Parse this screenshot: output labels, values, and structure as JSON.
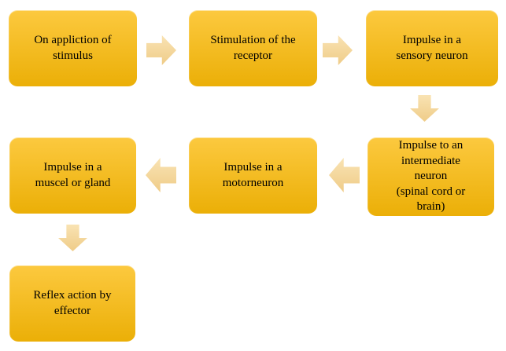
{
  "colors": {
    "background": "#ffffff",
    "node_top": "#FCC93F",
    "node_bottom": "#EBAF07",
    "arrow_top": "#F9E3B3",
    "arrow_bottom": "#EFCC88",
    "text": "#000000"
  },
  "flowchart": {
    "nodes": [
      {
        "id": "step-1",
        "label": "On appliction of\nstimulus"
      },
      {
        "id": "step-2",
        "label": "Stimulation of the\nreceptor"
      },
      {
        "id": "step-3",
        "label": "Impulse in a\nsensory neuron"
      },
      {
        "id": "step-4",
        "label": "Impulse to an\nintermediate\nneuron\n(spinal cord or\nbrain)"
      },
      {
        "id": "step-5",
        "label": "Impulse in a\nmotorneuron"
      },
      {
        "id": "step-6",
        "label": "Impulse in a\nmuscel or gland"
      },
      {
        "id": "step-7",
        "label": "Reflex action by\neffector"
      }
    ],
    "arrows": [
      {
        "from": "step-1",
        "to": "step-2",
        "direction": "right"
      },
      {
        "from": "step-2",
        "to": "step-3",
        "direction": "right"
      },
      {
        "from": "step-3",
        "to": "step-4",
        "direction": "down"
      },
      {
        "from": "step-4",
        "to": "step-5",
        "direction": "left"
      },
      {
        "from": "step-5",
        "to": "step-6",
        "direction": "left"
      },
      {
        "from": "step-6",
        "to": "step-7",
        "direction": "down"
      }
    ]
  }
}
